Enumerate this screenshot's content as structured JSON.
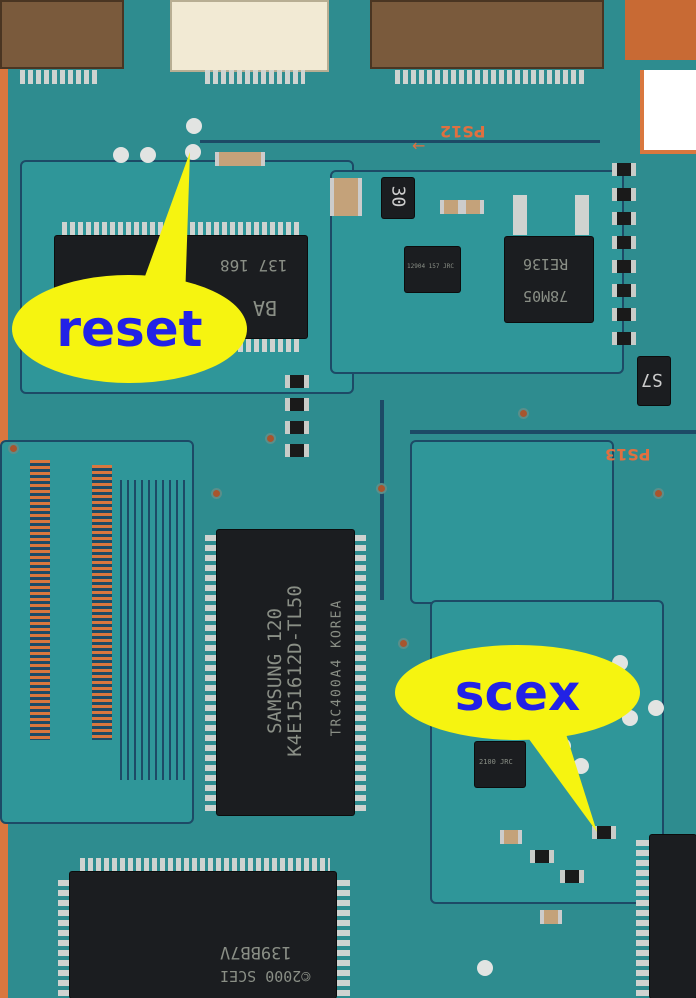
{
  "annotations": {
    "reset_label": "reset",
    "scex_label": "scex"
  },
  "silkscreen": {
    "ps12": "PS12",
    "ps13": "PS13"
  },
  "chips": {
    "ram_line1": "SAMSUNG   120",
    "ram_line2": "K4E151612D-TL50",
    "ram_line3": "TRC400A4  KOREA",
    "regulator_line1": "78M05",
    "regulator_line2": "RE136",
    "diode_30": "30",
    "diode_s7": "S7",
    "ic_left_top": "137 168",
    "ic_left_brand": "BA",
    "jrc_small_1": "12904 157 JRC",
    "jrc_small_2": "2100 JRC",
    "main_chip_line1": "©2000 SCEI",
    "main_chip_line2": "139BB7V"
  },
  "colors": {
    "board": "#2e8c8f",
    "trace": "#1d4a66",
    "callout": "#f6f410",
    "callout_text": "#2222e6"
  }
}
